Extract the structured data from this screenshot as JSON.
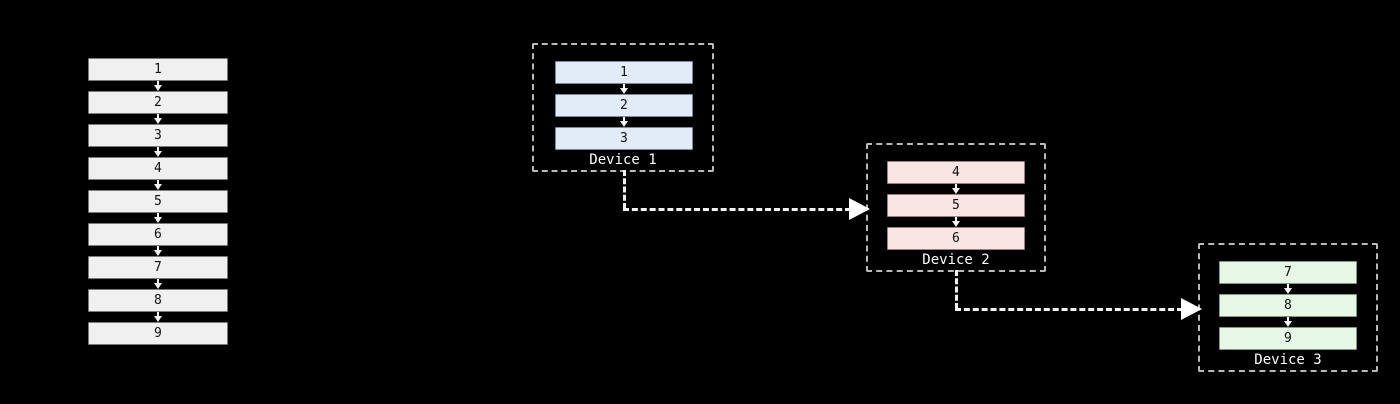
{
  "diagram": {
    "background_color": "#000000",
    "monolithic_stack": {
      "name": "monolithic-layer-stack",
      "box_fill": "#f0f0f0",
      "layers": [
        {
          "label": "1"
        },
        {
          "label": "2"
        },
        {
          "label": "3"
        },
        {
          "label": "4"
        },
        {
          "label": "5"
        },
        {
          "label": "6"
        },
        {
          "label": "7"
        },
        {
          "label": "8"
        },
        {
          "label": "9"
        }
      ]
    },
    "devices": [
      {
        "id": "device-1",
        "label": "Device 1",
        "color": "#e1ecf8",
        "layers": [
          {
            "label": "1"
          },
          {
            "label": "2"
          },
          {
            "label": "3"
          }
        ]
      },
      {
        "id": "device-2",
        "label": "Device 2",
        "color": "#fae5e5",
        "layers": [
          {
            "label": "4"
          },
          {
            "label": "5"
          },
          {
            "label": "6"
          }
        ]
      },
      {
        "id": "device-3",
        "label": "Device 3",
        "color": "#e6f7e6",
        "layers": [
          {
            "label": "7"
          },
          {
            "label": "8"
          },
          {
            "label": "9"
          }
        ]
      }
    ],
    "connections": [
      {
        "id": "device-1-to-device-2",
        "from": "Device 1",
        "to": "Device 2",
        "style": "dashed"
      },
      {
        "id": "device-2-to-device-3",
        "from": "Device 2",
        "to": "Device 3",
        "style": "dashed"
      }
    ],
    "arrow_color": "#ffffff"
  }
}
